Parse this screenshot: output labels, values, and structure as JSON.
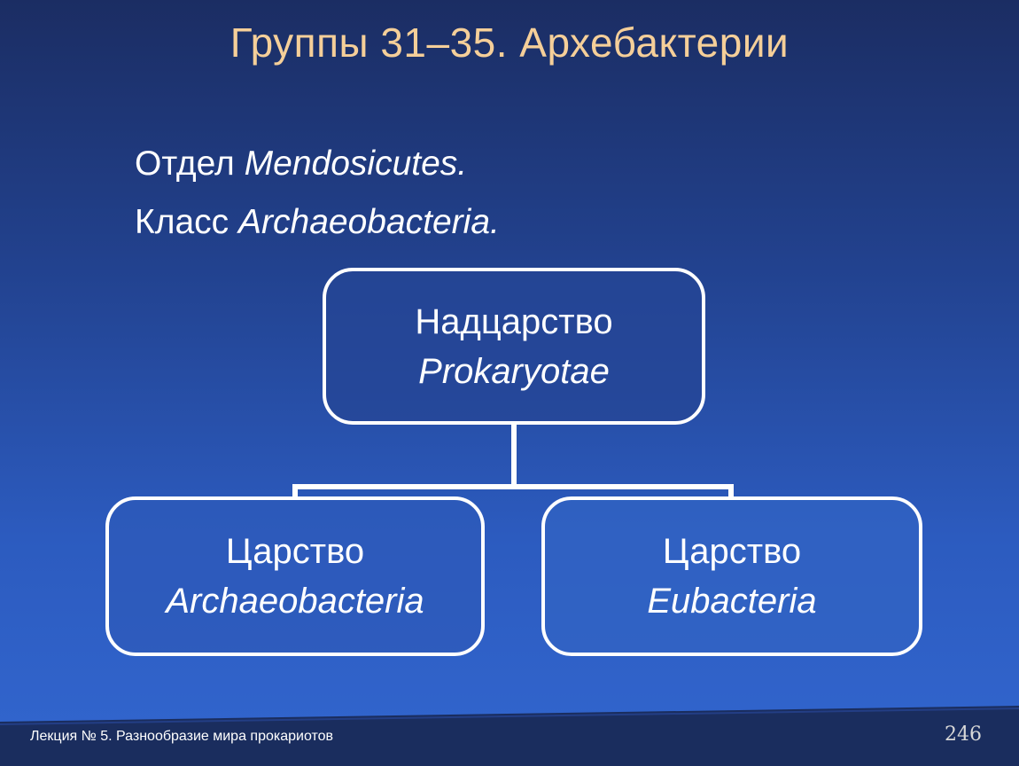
{
  "slide": {
    "title": "Группы 31–35. Архебактерии",
    "division_label": "Отдел",
    "division_name": "Mendosicutes.",
    "class_label": "Класс",
    "class_name": "Archaeobacteria."
  },
  "diagram": {
    "root": {
      "label": "Надцарство",
      "name": "Prokaryotae"
    },
    "children": [
      {
        "label": "Царство",
        "name": "Archaeobacteria"
      },
      {
        "label": "Царство",
        "name": "Eubacteria"
      }
    ]
  },
  "footer": {
    "lecture": "Лекция № 5. Разнообразие мира прокариотов",
    "page_number": "246"
  },
  "colors": {
    "title": "#f5cf99",
    "text": "#ffffff",
    "background_top": "#1b2d63",
    "background_bottom": "#3266cf",
    "footer_band": "#1a2d5e"
  }
}
